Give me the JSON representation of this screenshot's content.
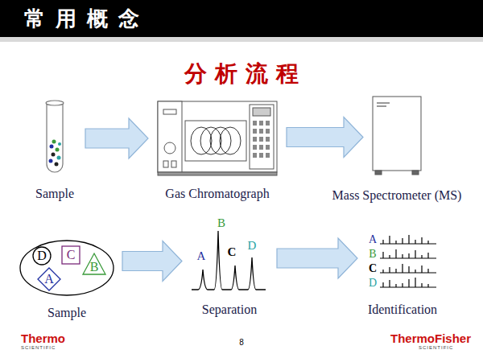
{
  "diagram": {
    "title": "分 析 流 程",
    "nodes": [
      {
        "text": [
          "Sample"
        ]
      },
      {
        "text": [
          "Gas Chromatograph"
        ]
      },
      {
        "text": [
          "Mass Spectrometer (MS)"
        ]
      },
      {
        "text": [
          "Sample"
        ]
      },
      {
        "text": [
          "D"
        ],
        "in": 3
      },
      {
        "text": [
          "C"
        ],
        "in": 3
      },
      {
        "text": [
          "B"
        ],
        "in": 3
      },
      {
        "text": [
          "A"
        ],
        "in": 3
      },
      {
        "text": [
          "Separation"
        ]
      },
      {
        "text": [
          "Identification"
        ]
      }
    ],
    "edges": [
      {
        "from": 0,
        "to": 1,
        "arrow": "to"
      },
      {
        "from": 1,
        "to": 2,
        "arrow": "to"
      },
      {
        "from": 3,
        "to": 8,
        "arrow": "to"
      },
      {
        "from": 8,
        "to": 9,
        "arrow": "to"
      }
    ],
    "labels": [
      "常 用 概 念",
      "A",
      "B",
      "C",
      "D",
      "A",
      "B",
      "C",
      "D",
      "Thermo",
      "SCIENTIFIC",
      "8",
      "ThermoFisher",
      "SCIENTIFIC"
    ]
  }
}
